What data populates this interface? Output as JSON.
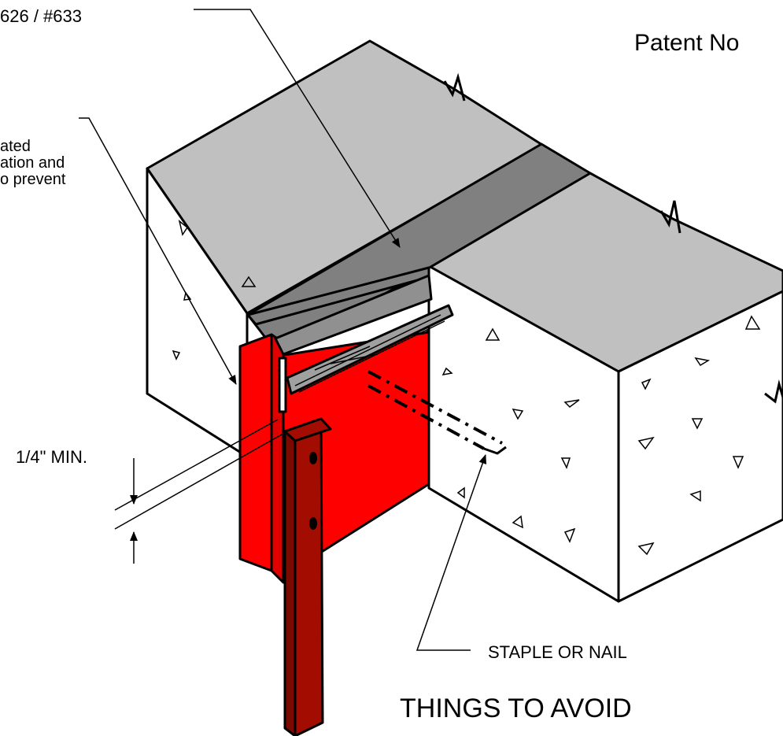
{
  "labels": {
    "top_left_part": "626 / #633",
    "note_line1": "ated",
    "note_line2": "ation and",
    "note_line3": "o prevent",
    "patent": "Patent No",
    "dimension": "1/4\" MIN.",
    "staple": "STAPLE OR NAIL",
    "heading": "THINGS TO AVOID"
  },
  "colors": {
    "slab_top": "#c0c0c0",
    "joint_strip": "#808080",
    "concrete_face": "#ffffff",
    "form_board": "#ff0000",
    "stake": "#a30c00",
    "outline": "#000000"
  },
  "icons": [
    "break-line-icon",
    "aggregate-triangle-icon",
    "leader-arrow-icon",
    "dimension-arrow-icon"
  ]
}
